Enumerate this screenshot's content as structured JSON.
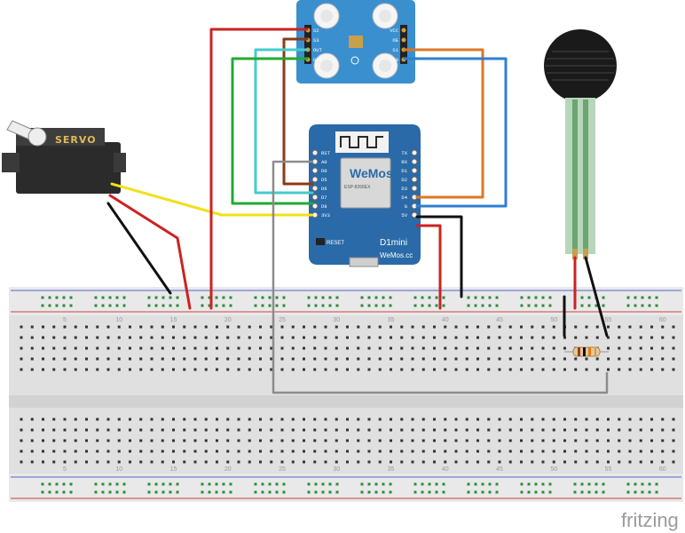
{
  "servo": {
    "label": "SERVO"
  },
  "wemos": {
    "brand": "WeMos",
    "model": "D1mini",
    "url": "WeMos.cc",
    "reset": "RESET",
    "chip": "ESP-8266EX",
    "left_pins": [
      "RST",
      "A0",
      "D0",
      "D5",
      "D6",
      "D7",
      "D8",
      "3V3"
    ],
    "right_pins": [
      "TX",
      "RX",
      "D1",
      "D2",
      "D3",
      "D4",
      "G",
      "5V"
    ]
  },
  "color_sensor": {
    "left_pins": [
      "S2",
      "S3",
      "OUT",
      "GND"
    ],
    "right_pins": [
      "VCC",
      "OE",
      "S1",
      "S0"
    ]
  },
  "breadboard": {
    "numbers": [
      "5",
      "10",
      "15",
      "20",
      "25",
      "30",
      "35",
      "40",
      "45",
      "50",
      "55",
      "60"
    ]
  },
  "watermark": "fritzing",
  "colors": {
    "wire_red": "#cc2222",
    "wire_black": "#111111",
    "wire_yellow": "#f2e01a",
    "wire_green": "#22aa33",
    "wire_cyan": "#44cccc",
    "wire_brown": "#8b3a1a",
    "wire_orange": "#dd7722",
    "wire_blue": "#2f7fd0",
    "wire_grey": "#8c8c8c",
    "board_blue": "#2a6aa8",
    "sensor_blue": "#3a8fcf"
  }
}
